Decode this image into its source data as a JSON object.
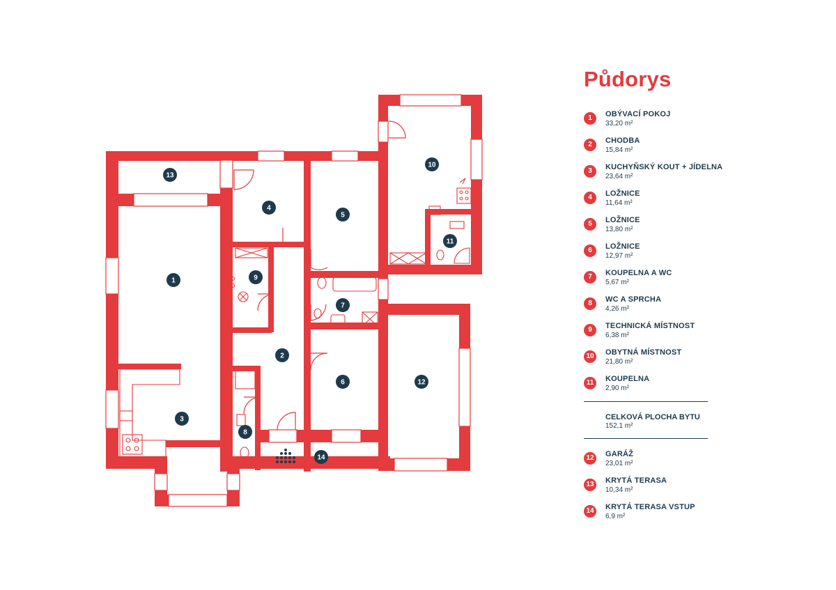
{
  "panel": {
    "title": "Půdorys",
    "rooms": [
      {
        "num": "1",
        "name": "OBÝVACÍ POKOJ",
        "area": "33,20 m²"
      },
      {
        "num": "2",
        "name": "CHODBA",
        "area": "15,84 m²"
      },
      {
        "num": "3",
        "name": "KUCHYŇSKÝ KOUT + JÍDELNA",
        "area": "23,64 m²"
      },
      {
        "num": "4",
        "name": "LOŽNICE",
        "area": "11,64 m²"
      },
      {
        "num": "5",
        "name": "LOŽNICE",
        "area": "13,80 m²"
      },
      {
        "num": "6",
        "name": "LOŽNICE",
        "area": "12,97 m²"
      },
      {
        "num": "7",
        "name": "KOUPELNA A WC",
        "area": "5,67 m²"
      },
      {
        "num": "8",
        "name": "WC A SPRCHA",
        "area": "4,26 m²"
      },
      {
        "num": "9",
        "name": "TECHNICKÁ MÍSTNOST",
        "area": "6,38 m²"
      },
      {
        "num": "10",
        "name": "OBYTNÁ MÍSTNOST",
        "area": "21,80 m²"
      },
      {
        "num": "11",
        "name": "KOUPELNA",
        "area": "2,90 m²"
      }
    ],
    "total": {
      "name": "CELKOVÁ PLOCHA BYTU",
      "area": "152,1 m²"
    },
    "extras": [
      {
        "num": "12",
        "name": "GARÁŽ",
        "area": "23,01 m²"
      },
      {
        "num": "13",
        "name": "KRYTÁ TERASA",
        "area": "10,34 m²"
      },
      {
        "num": "14",
        "name": "KRYTÁ TERASA VSTUP",
        "area": "6,9 m²"
      }
    ]
  },
  "plan": {
    "labels": [
      "1",
      "2",
      "3",
      "4",
      "5",
      "6",
      "7",
      "8",
      "9",
      "10",
      "11",
      "12",
      "13",
      "14"
    ],
    "wall_color": "#e33b3e",
    "label_color": "#1e3a4c"
  }
}
